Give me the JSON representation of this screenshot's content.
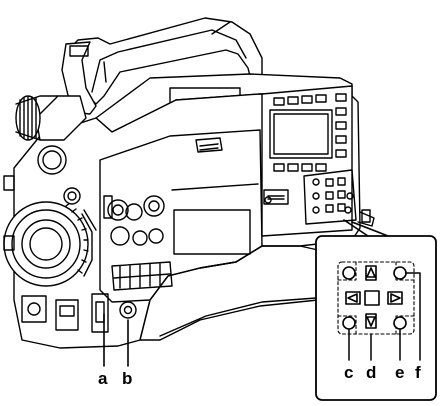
{
  "callouts": {
    "a": "a",
    "b": "b",
    "c": "c",
    "d": "d",
    "e": "e",
    "f": "f"
  },
  "colors": {
    "line": "#000000",
    "fill": "#ffffff",
    "shade": "#d9d9d9"
  }
}
